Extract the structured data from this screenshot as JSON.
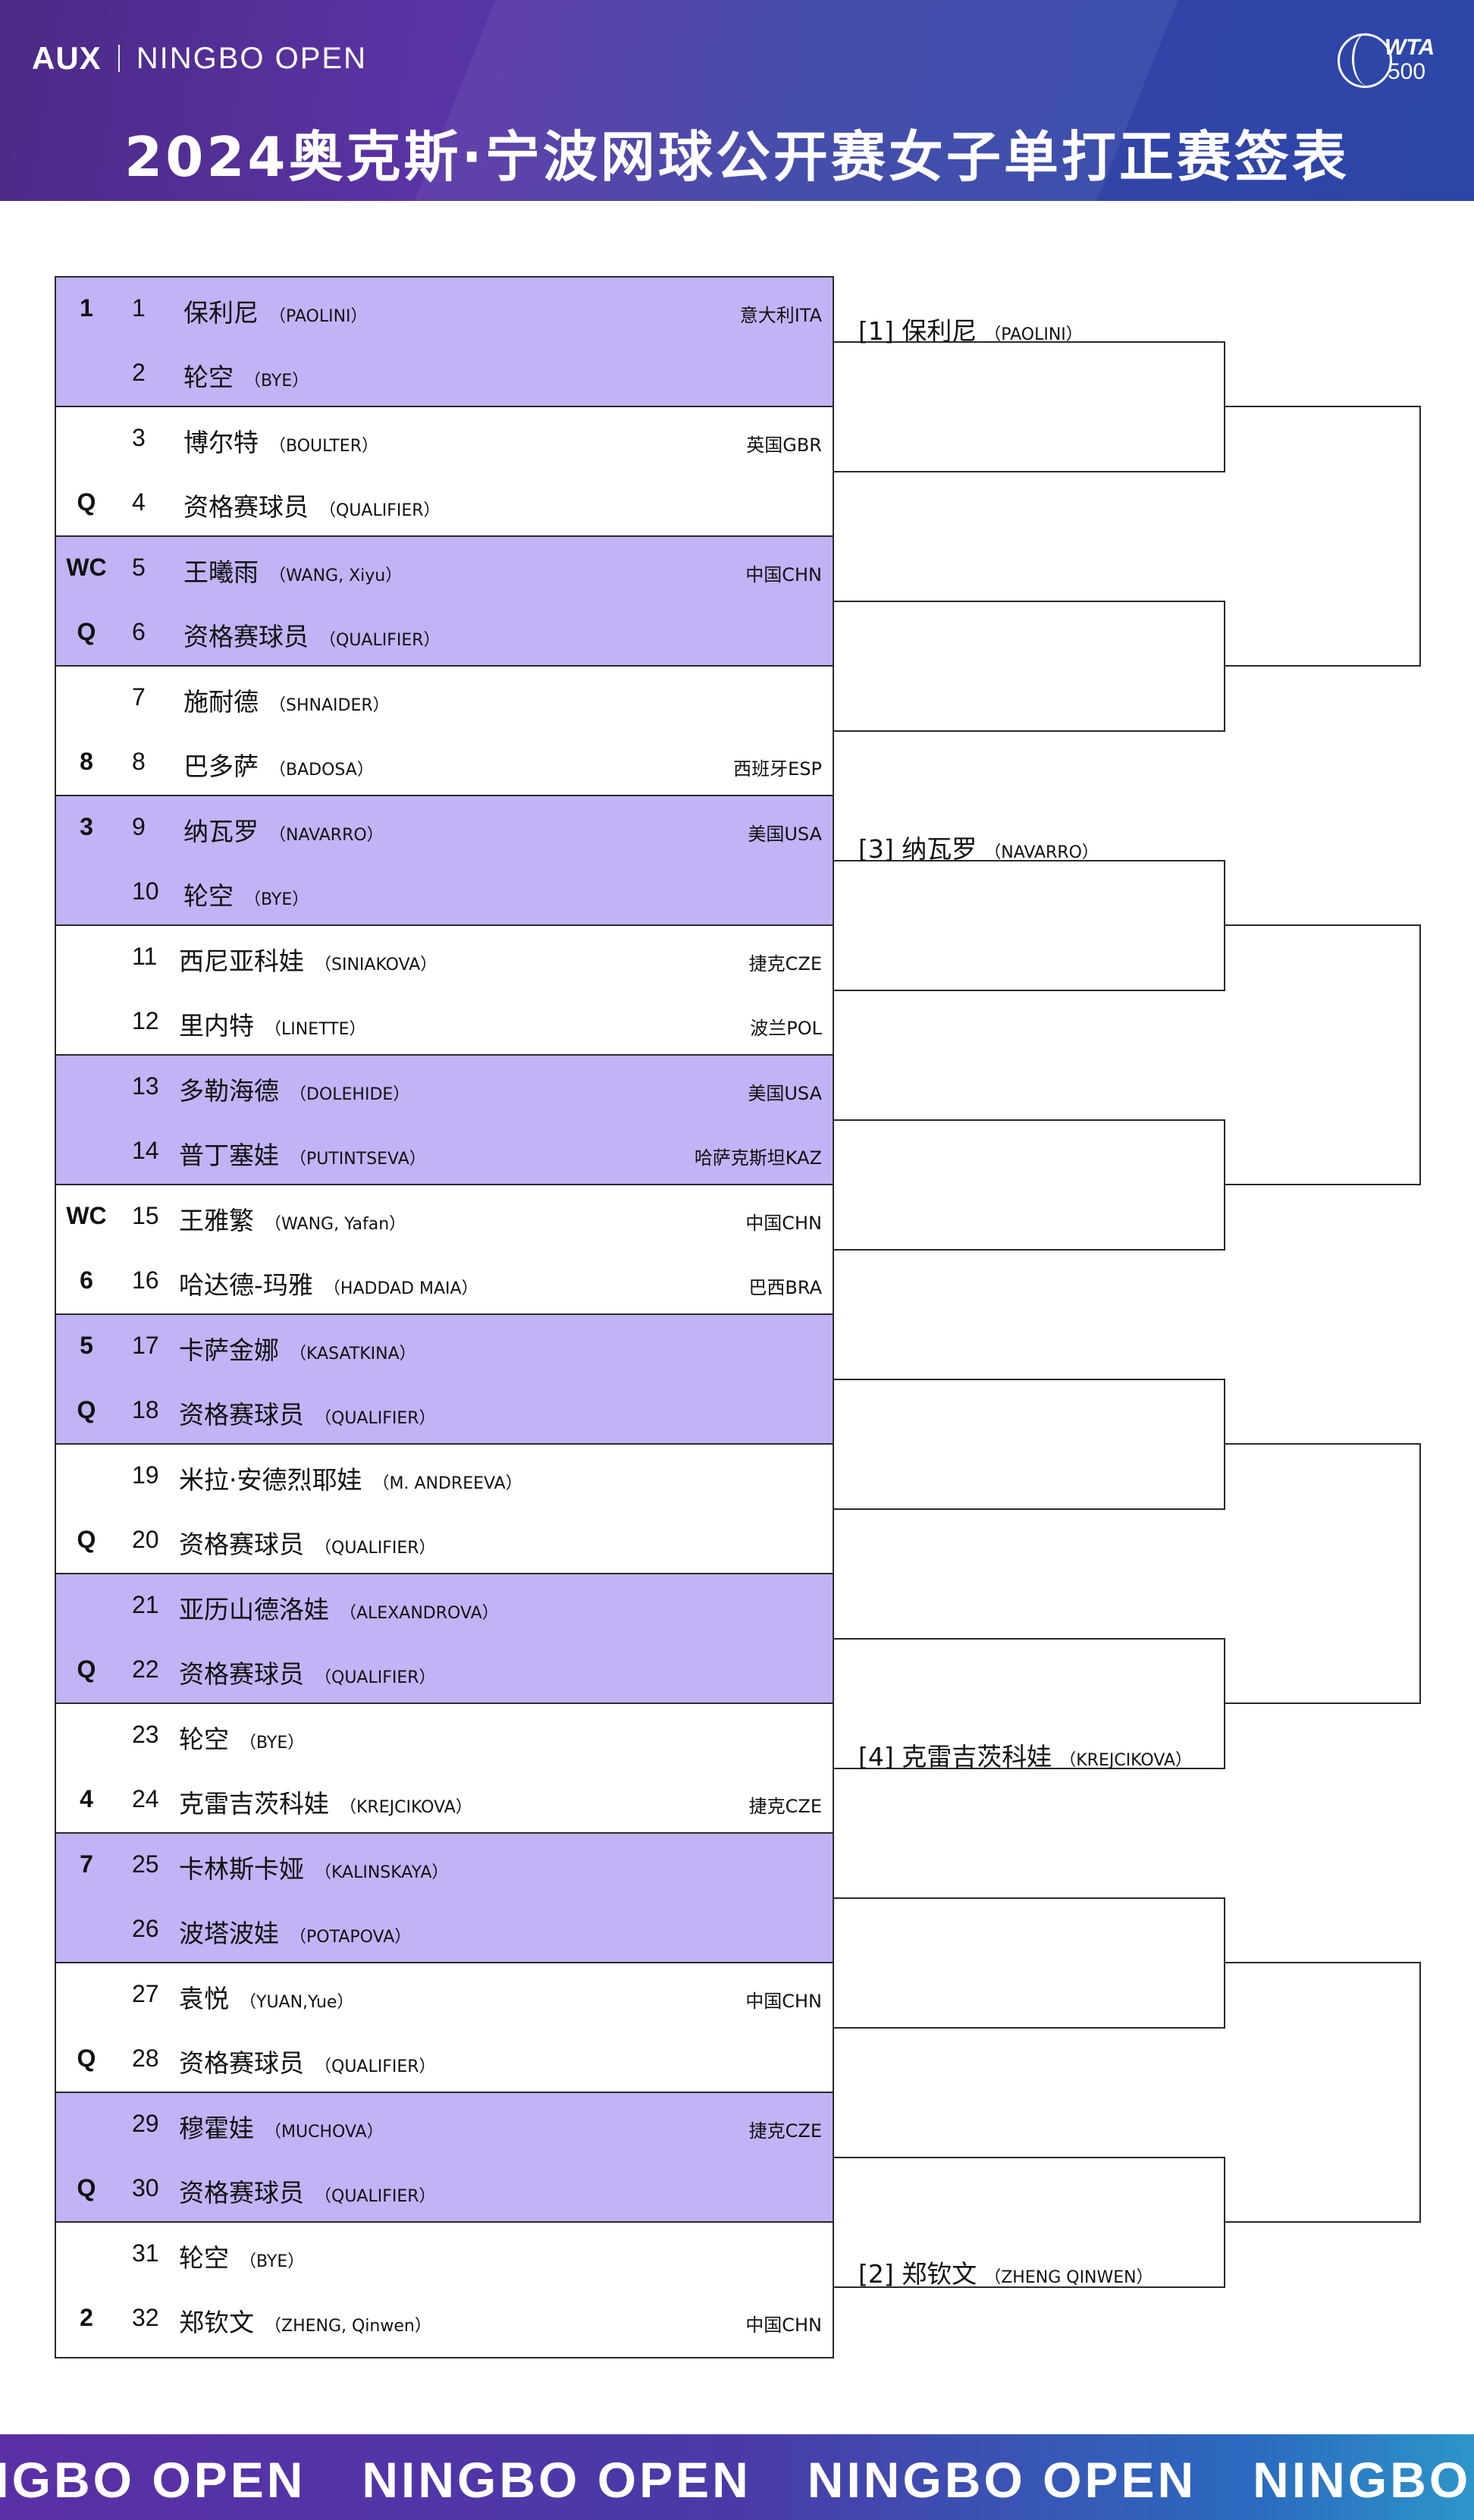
{
  "header": {
    "brand_left": "AUX",
    "brand_right": "NINGBO OPEN",
    "wta_line1": "WTA",
    "wta_line2": "500",
    "title": "2024奥克斯·宁波网球公开赛女子单打正赛签表"
  },
  "colors": {
    "header_purple": "#4b2a86",
    "header_blue": "#2b46a8",
    "shade": "#c2b3f6"
  },
  "draw": {
    "rows": [
      {
        "seed": "1",
        "num": "1",
        "cn": "保利尼",
        "en": "（PAOLINI）",
        "country": "意大利ITA"
      },
      {
        "seed": "",
        "num": "2",
        "cn": "轮空",
        "en": "（BYE）",
        "country": ""
      },
      {
        "seed": "",
        "num": "3",
        "cn": "博尔特",
        "en": "（BOULTER）",
        "country": "英国GBR"
      },
      {
        "seed": "Q",
        "num": "4",
        "cn": "资格赛球员",
        "en": "（QUALIFIER）",
        "country": ""
      },
      {
        "seed": "WC",
        "num": "5",
        "cn": "王曦雨",
        "en": "（WANG, Xiyu）",
        "country": "中国CHN"
      },
      {
        "seed": "Q",
        "num": "6",
        "cn": "资格赛球员",
        "en": "（QUALIFIER）",
        "country": ""
      },
      {
        "seed": "",
        "num": "7",
        "cn": "施耐德",
        "en": "（SHNAIDER）",
        "country": ""
      },
      {
        "seed": "8",
        "num": "8",
        "cn": "巴多萨",
        "en": "（BADOSA）",
        "country": "西班牙ESP"
      },
      {
        "seed": "3",
        "num": "9",
        "cn": "纳瓦罗",
        "en": "（NAVARRO）",
        "country": "美国USA"
      },
      {
        "seed": "",
        "num": "10",
        "cn": "轮空",
        "en": "（BYE）",
        "country": ""
      },
      {
        "seed": "",
        "num": "11",
        "cn": "西尼亚科娃",
        "en": "（SINIAKOVA）",
        "country": "捷克CZE"
      },
      {
        "seed": "",
        "num": "12",
        "cn": "里内特",
        "en": "（LINETTE）",
        "country": "波兰POL"
      },
      {
        "seed": "",
        "num": "13",
        "cn": "多勒海德",
        "en": "（DOLEHIDE）",
        "country": "美国USA"
      },
      {
        "seed": "",
        "num": "14",
        "cn": "普丁塞娃",
        "en": "（PUTINTSEVA）",
        "country": "哈萨克斯坦KAZ"
      },
      {
        "seed": "WC",
        "num": "15",
        "cn": "王雅繁",
        "en": "（WANG, Yafan）",
        "country": "中国CHN"
      },
      {
        "seed": "6",
        "num": "16",
        "cn": "哈达德-玛雅",
        "en": "（HADDAD MAIA）",
        "country": "巴西BRA"
      },
      {
        "seed": "5",
        "num": "17",
        "cn": "卡萨金娜",
        "en": "（KASATKINA）",
        "country": ""
      },
      {
        "seed": "Q",
        "num": "18",
        "cn": "资格赛球员",
        "en": "（QUALIFIER）",
        "country": ""
      },
      {
        "seed": "",
        "num": "19",
        "cn": "米拉·安德烈耶娃",
        "en": "（M. ANDREEVA）",
        "country": ""
      },
      {
        "seed": "Q",
        "num": "20",
        "cn": "资格赛球员",
        "en": "（QUALIFIER）",
        "country": ""
      },
      {
        "seed": "",
        "num": "21",
        "cn": "亚历山德洛娃",
        "en": "（ALEXANDROVA）",
        "country": ""
      },
      {
        "seed": "Q",
        "num": "22",
        "cn": "资格赛球员",
        "en": "（QUALIFIER）",
        "country": ""
      },
      {
        "seed": "",
        "num": "23",
        "cn": "轮空",
        "en": "（BYE）",
        "country": ""
      },
      {
        "seed": "4",
        "num": "24",
        "cn": "克雷吉茨科娃",
        "en": "（KREJCIKOVA）",
        "country": "捷克CZE"
      },
      {
        "seed": "7",
        "num": "25",
        "cn": "卡林斯卡娅",
        "en": "（KALINSKAYA）",
        "country": ""
      },
      {
        "seed": "",
        "num": "26",
        "cn": "波塔波娃",
        "en": "（POTAPOVA）",
        "country": ""
      },
      {
        "seed": "",
        "num": "27",
        "cn": "袁悦",
        "en": "（YUAN,Yue）",
        "country": "中国CHN"
      },
      {
        "seed": "Q",
        "num": "28",
        "cn": "资格赛球员",
        "en": "（QUALIFIER）",
        "country": ""
      },
      {
        "seed": "",
        "num": "29",
        "cn": "穆霍娃",
        "en": "（MUCHOVA）",
        "country": "捷克CZE"
      },
      {
        "seed": "Q",
        "num": "30",
        "cn": "资格赛球员",
        "en": "（QUALIFIER）",
        "country": ""
      },
      {
        "seed": "",
        "num": "31",
        "cn": "轮空",
        "en": "（BYE）",
        "country": ""
      },
      {
        "seed": "2",
        "num": "32",
        "cn": "郑钦文",
        "en": "（ZHENG, Qinwen）",
        "country": "中国CHN"
      }
    ]
  },
  "results": [
    {
      "cn": "[1] 保利尼",
      "en": "（PAOLINI）"
    },
    {
      "cn": "[3] 纳瓦罗",
      "en": "（NAVARRO）"
    },
    {
      "cn": "[4] 克雷吉茨科娃",
      "en": "（KREJCIKOVA）"
    },
    {
      "cn": "[2] 郑钦文",
      "en": "（ZHENG QINWEN）"
    }
  ],
  "footer": {
    "band_text": "NINGBO OPEN"
  }
}
